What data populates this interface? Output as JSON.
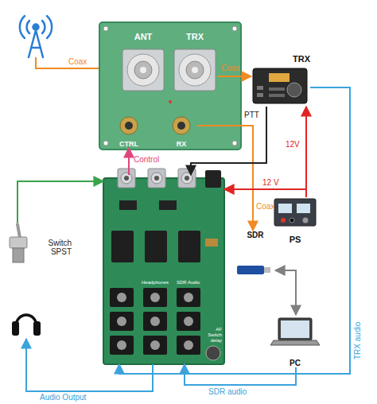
{
  "diagram": {
    "nodes": [
      {
        "text": [
          "ANT"
        ]
      },
      {
        "text": [
          "TRX"
        ]
      },
      {
        "text": [
          "CTRL"
        ]
      },
      {
        "text": [
          "RX"
        ]
      },
      {
        "text": [
          "TRX"
        ]
      },
      {
        "text": [
          "AF Switch delay"
        ]
      },
      {
        "text": [
          "PS"
        ]
      },
      {
        "text": [
          "Switch SPST"
        ]
      },
      {
        "text": [
          "SDR"
        ]
      },
      {
        "text": [
          "PC"
        ]
      }
    ],
    "edges": [
      {
        "from": 1,
        "to": 4,
        "arrow": "to",
        "label": "Coax"
      },
      {
        "from": 5,
        "to": 2,
        "arrow": "to",
        "label": "Control"
      },
      {
        "from": 3,
        "to": 8,
        "arrow": "to",
        "label": "Coax"
      },
      {
        "from": 4,
        "to": 5,
        "arrow": "to",
        "label": "PTT"
      },
      {
        "from": 6,
        "to": 5,
        "arrow": "to",
        "label": "12 V"
      },
      {
        "from": 6,
        "to": 4,
        "arrow": "to",
        "label": "12V"
      },
      {
        "from": 7,
        "to": 5,
        "arrow": "to"
      },
      {
        "from": 8,
        "to": 9,
        "arrow": "both"
      },
      {
        "from": 9,
        "to": 5,
        "arrow": "to",
        "label": "SDR audio"
      },
      {
        "from": 4,
        "to": 5,
        "arrow": "to",
        "label": "TRX audio"
      }
    ],
    "labels": [
      "Coax",
      "Audio Output",
      "Headphones",
      "SDR Audio"
    ]
  }
}
